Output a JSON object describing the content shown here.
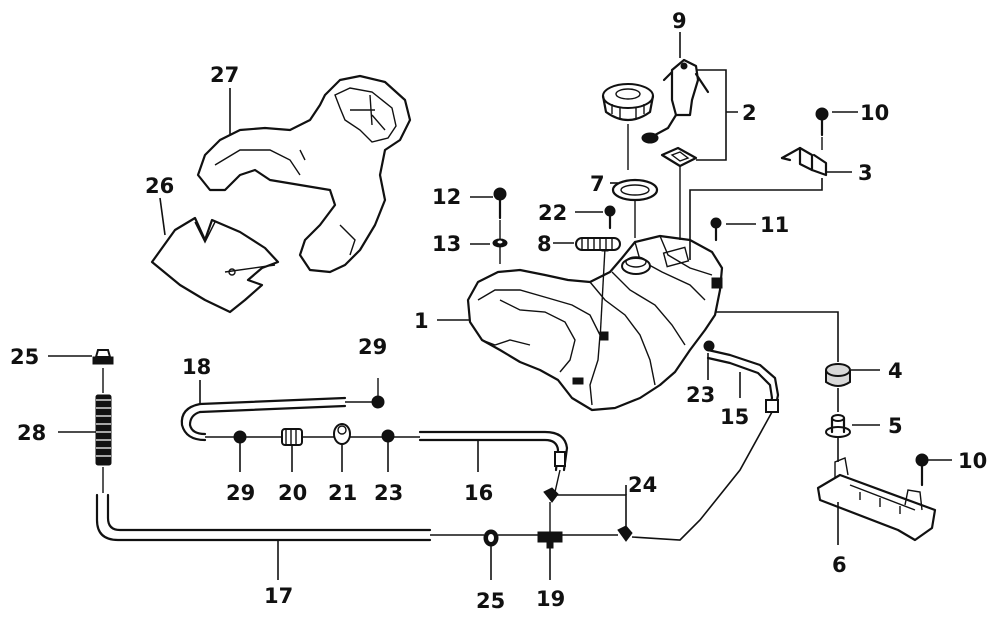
{
  "labels": {
    "l1": "1",
    "l2": "2",
    "l3": "3",
    "l4": "4",
    "l5": "5",
    "l6": "6",
    "l7": "7",
    "l8": "8",
    "l9": "9",
    "l10a": "10",
    "l10b": "10",
    "l11": "11",
    "l12": "12",
    "l13": "13",
    "l15": "15",
    "l16": "16",
    "l17": "17",
    "l18": "18",
    "l19": "19",
    "l20": "20",
    "l21": "21",
    "l22": "22",
    "l23a": "23",
    "l23b": "23",
    "l24": "24",
    "l25a": "25",
    "l25b": "25",
    "l26": "26",
    "l27": "27",
    "l28": "28",
    "l29a": "29",
    "l29b": "29"
  }
}
